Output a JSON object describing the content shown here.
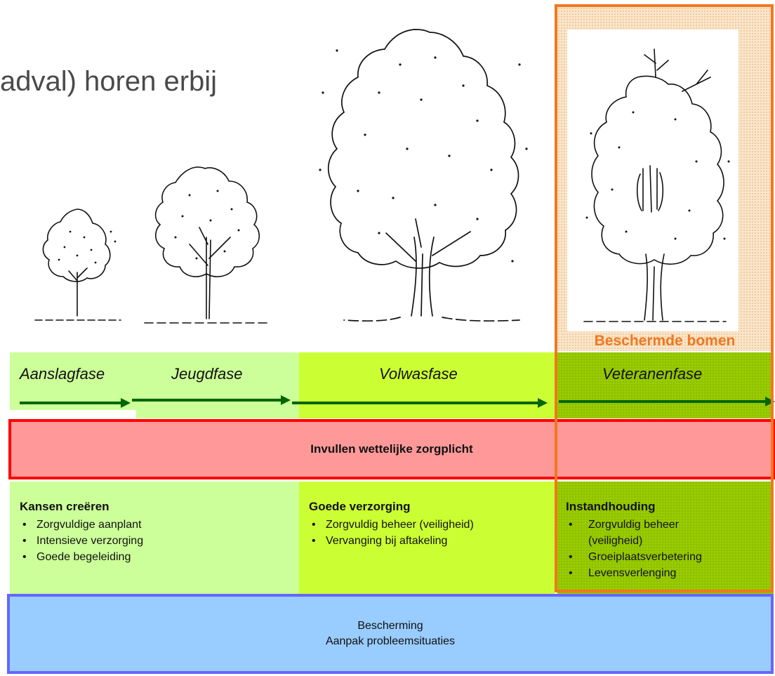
{
  "title": "adval) horen erbij",
  "protected_label": "Beschermde bomen",
  "phases": [
    "Aanslagfase",
    "Jeugdfase",
    "Volwasfase",
    "Veteranenfase"
  ],
  "duty_bar": "Invullen wettelijke zorgplicht",
  "columns": [
    {
      "heading": "Kansen creëren",
      "items": [
        "Zorgvuldige aanplant",
        "Intensieve verzorging",
        "Goede begeleiding"
      ]
    },
    {
      "heading": "Goede verzorging",
      "items": [
        "Zorgvuldig beheer (veiligheid)",
        "Vervanging bij aftakeling"
      ]
    },
    {
      "heading": "Instandhouding",
      "items": [
        "Zorgvuldig beheer (veiligheid)",
        "Groeiplaatsverbetering",
        "Levensverlenging"
      ]
    }
  ],
  "bottom": {
    "line1": "Bescherming",
    "line2": "Aanpak probleemsituaties"
  },
  "colors": {
    "light_green": "#ccff99",
    "mid_green": "#ccff33",
    "dark_green": "#99cc00",
    "arrow": "#006600",
    "duty_fill": "#ff9999",
    "duty_border": "#ff0000",
    "protect_orange": "#f07820",
    "bottom_fill": "#99ccff",
    "bottom_border": "#6666ff"
  }
}
